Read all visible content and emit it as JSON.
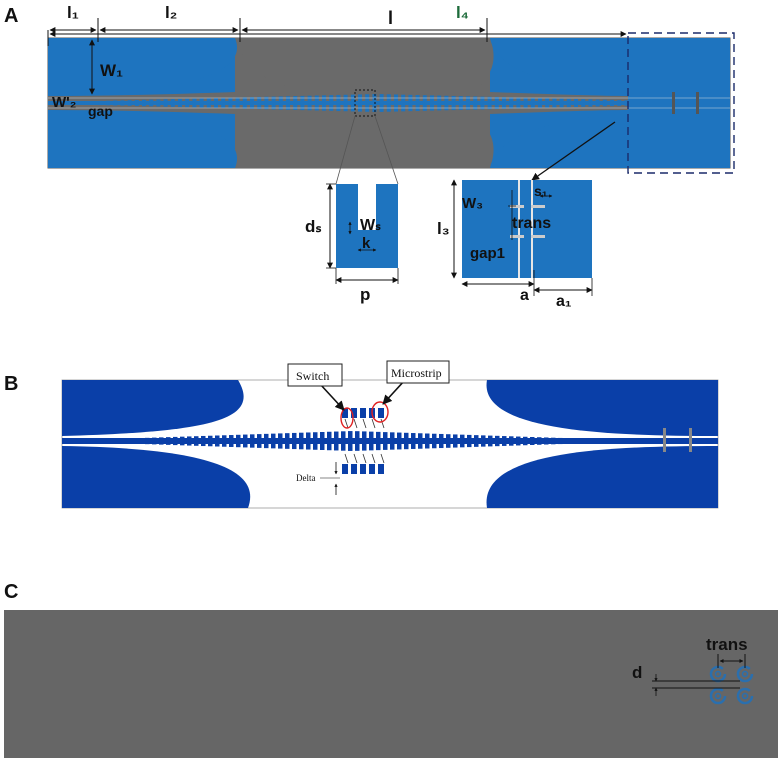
{
  "colors": {
    "blue": "#1e74bf",
    "dark_blue": "#0a3fa8",
    "gray": "#6a6a6a",
    "panel_c_gray": "#666666",
    "callout_red": "#e02020"
  },
  "panel_a": {
    "panel_label": "A",
    "dimensions": {
      "l1": "l₁",
      "l2": "l₂",
      "l": "l",
      "l4": "l₄",
      "w1": "W₁",
      "w2": "W'₂",
      "gap": "gap"
    },
    "unit_cell": {
      "ds": "dₛ",
      "ws": "Wₛ",
      "k": "k",
      "p": "p"
    },
    "transition": {
      "w3": "W₃",
      "s1": "s₁",
      "trans": "trans",
      "l3": "l₃",
      "gap1": "gap1",
      "a": "a",
      "a1": "a₁"
    }
  },
  "panel_b": {
    "panel_label": "B",
    "switch_label": "Switch",
    "microstrip_label": "Microstrip",
    "delta_label": "Delta"
  },
  "panel_c": {
    "panel_label": "C",
    "trans_label": "trans",
    "d_label": "d"
  }
}
